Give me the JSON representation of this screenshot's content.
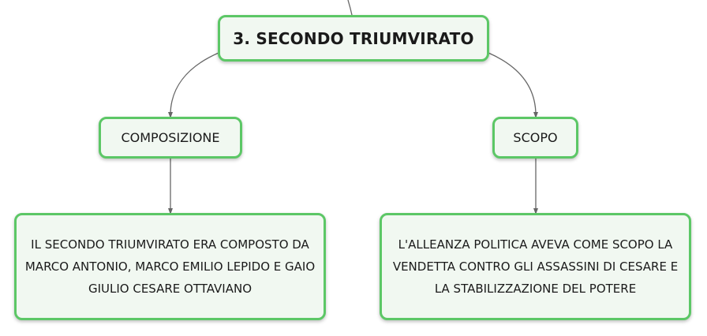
{
  "root": {
    "label": "3. SECONDO TRIUMVIRATO"
  },
  "branches": [
    {
      "label": "COMPOSIZIONE",
      "detail": "IL SECONDO TRIUMVIRATO ERA COMPOSTO DA MARCO ANTONIO, MARCO EMILIO LEPIDO E GAIO GIULIO CESARE OTTAVIANO"
    },
    {
      "label": "SCOPO",
      "detail": "L'ALLEANZA POLITICA AVEVA COME SCOPO LA VENDETTA CONTRO GLI ASSASSINI DI CESARE E LA STABILIZZAZIONE DEL POTERE"
    }
  ],
  "colors": {
    "node_border": "#5cc766",
    "node_fill": "#f1f8f1",
    "connector": "#666666"
  }
}
